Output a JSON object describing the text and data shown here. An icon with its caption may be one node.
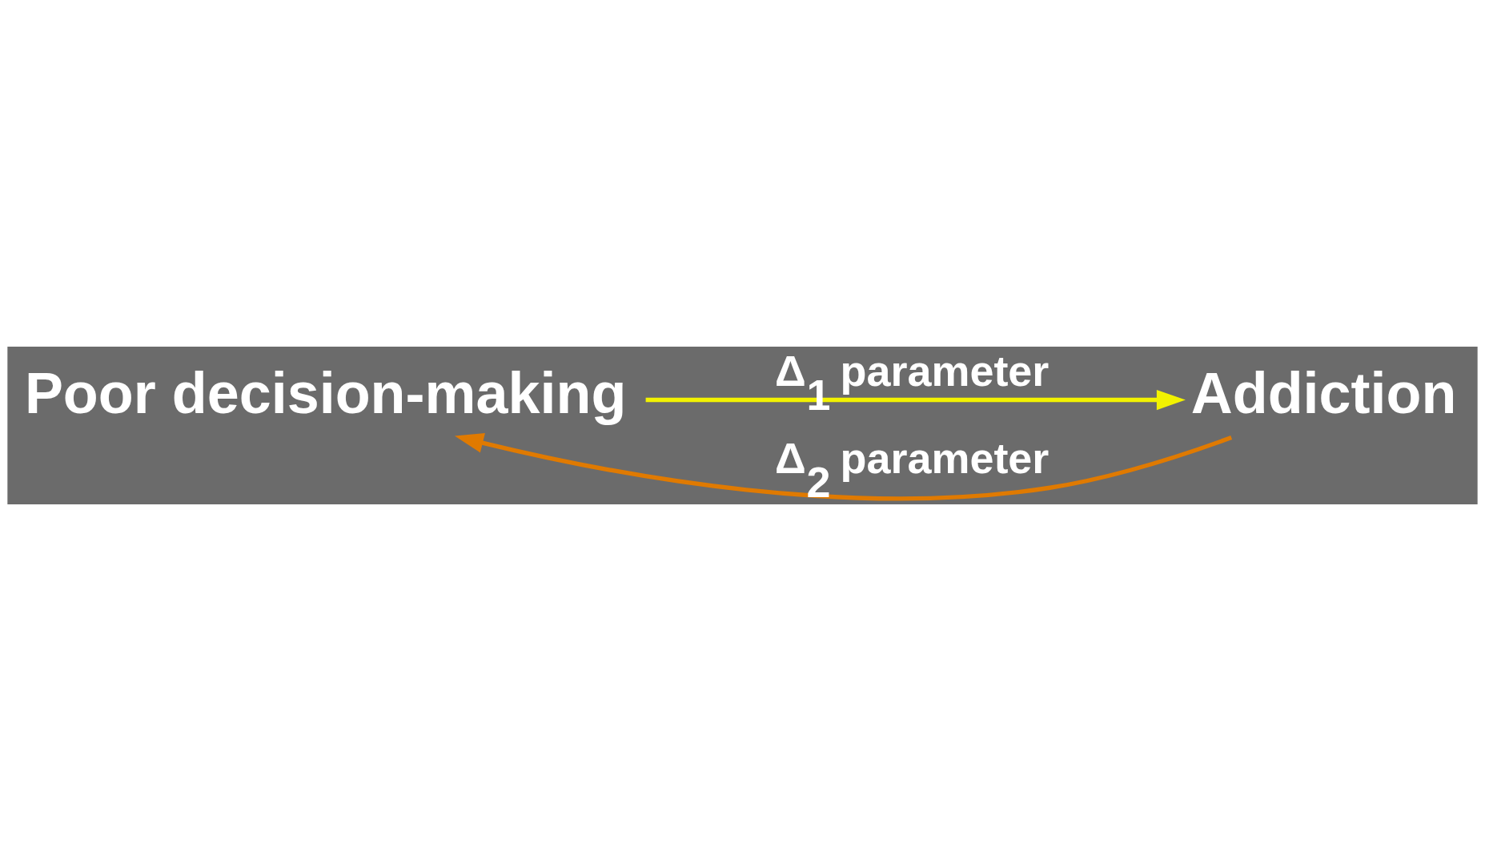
{
  "diagram": {
    "nodes": [
      {
        "text": [
          "Poor decision-making"
        ]
      },
      {
        "text": [
          "Addiction"
        ]
      }
    ],
    "edges": [
      {
        "from": 0,
        "to": 1,
        "arrow": "to",
        "label": "Δ$_{1}$ parameter",
        "color": "#f2f200"
      },
      {
        "from": 1,
        "to": 0,
        "arrow": "to",
        "label": "Δ$_{2}$ parameter",
        "color": "#e07a00"
      }
    ]
  }
}
